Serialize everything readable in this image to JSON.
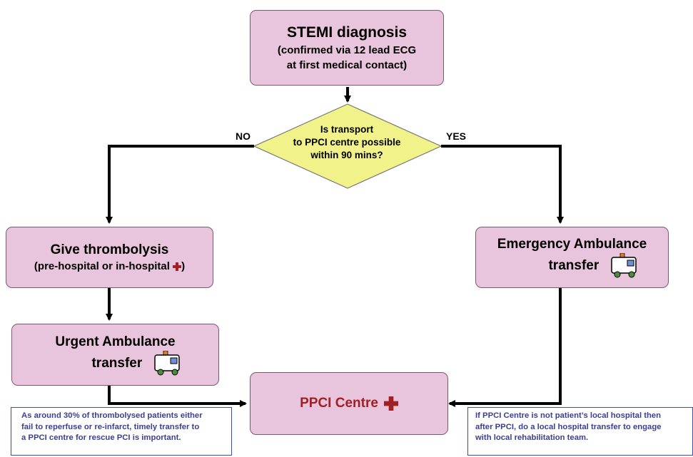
{
  "flowchart": {
    "stemi": {
      "title": "STEMI diagnosis",
      "sub1": "(confirmed via 12 lead ECG",
      "sub2": "at first medical contact)"
    },
    "decision": {
      "line1": "Is transport",
      "line2": "to PPCI centre possible",
      "line3": "within 90 mins?"
    },
    "no_label": "NO",
    "yes_label": "YES",
    "thrombolysis": {
      "title": "Give thrombolysis",
      "sub": "(pre-hospital or in-hospital ",
      "sub_end": ")"
    },
    "emergency": {
      "line1": "Emergency Ambulance",
      "line2": "transfer"
    },
    "urgent": {
      "line1": "Urgent Ambulance",
      "line2": "transfer"
    },
    "ppci": {
      "label": "PPCI Centre"
    },
    "note_left": {
      "line1": "As around 30% of thrombolysed patients either",
      "line2": "fail to reperfuse or re-infarct, timely transfer to",
      "line3": "a PPCI centre for rescue PCI is important."
    },
    "note_right": {
      "line1": "If PPCI Centre is not patient’s local hospital then",
      "line2": "after PPCI, do a local hospital transfer to engage",
      "line3": "with local rehabilitation team."
    }
  },
  "colors": {
    "box_fill": "#e8c5dd",
    "decision_fill": "#f2f28a",
    "cross": "#a12025",
    "note_text": "#3a3f8f"
  },
  "icons": [
    "ambulance-icon",
    "red-cross-icon"
  ]
}
